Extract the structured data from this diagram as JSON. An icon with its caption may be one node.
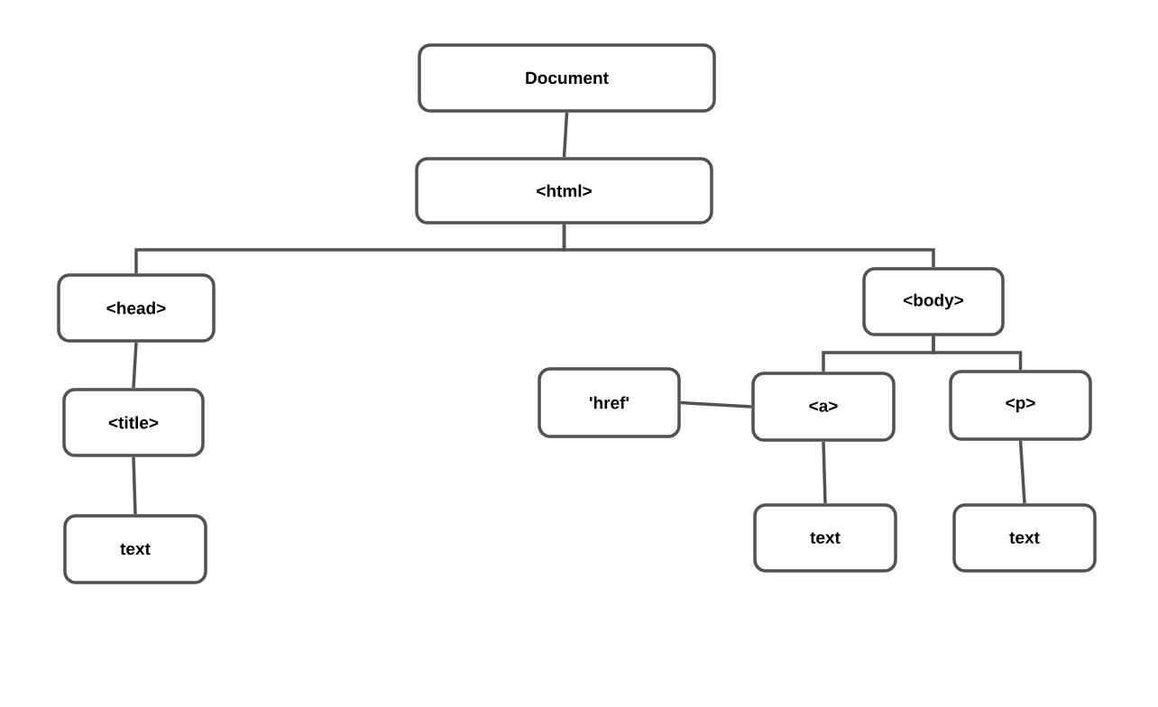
{
  "diagram": {
    "nodes": [
      {
        "text": [
          "Document"
        ]
      },
      {
        "text": [
          "<html>"
        ]
      },
      {
        "text": [
          "<head>"
        ]
      },
      {
        "text": [
          "<title>"
        ]
      },
      {
        "text": [
          "text"
        ]
      },
      {
        "text": [
          "<body>"
        ]
      },
      {
        "text": [
          "'href'"
        ]
      },
      {
        "text": [
          "<a>"
        ]
      },
      {
        "text": [
          "<p>"
        ]
      },
      {
        "text": [
          "text"
        ]
      },
      {
        "text": [
          "text"
        ]
      }
    ],
    "edges": [
      {
        "from": 0,
        "to": 1,
        "arrow": "none"
      },
      {
        "from": 1,
        "to": 2,
        "arrow": "none"
      },
      {
        "from": 1,
        "to": 5,
        "arrow": "none"
      },
      {
        "from": 2,
        "to": 3,
        "arrow": "none"
      },
      {
        "from": 3,
        "to": 4,
        "arrow": "none"
      },
      {
        "from": 5,
        "to": 7,
        "arrow": "none"
      },
      {
        "from": 5,
        "to": 8,
        "arrow": "none"
      },
      {
        "from": 6,
        "to": 7,
        "arrow": "none"
      },
      {
        "from": 7,
        "to": 9,
        "arrow": "none"
      },
      {
        "from": 8,
        "to": 10,
        "arrow": "none"
      }
    ]
  }
}
